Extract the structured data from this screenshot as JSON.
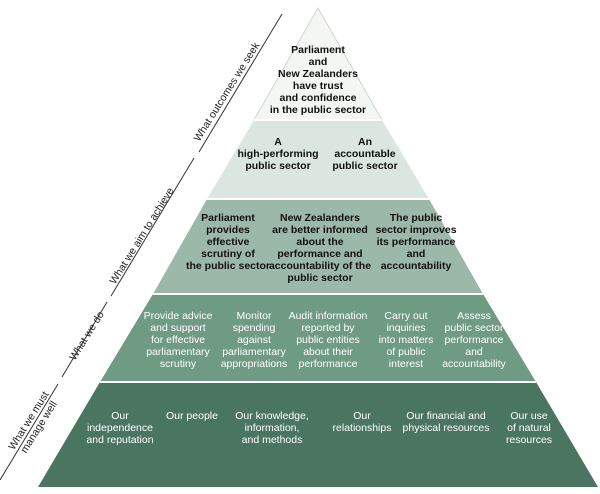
{
  "tiers": [
    {
      "id": "outcomes",
      "side_label": "What outcomes we seek",
      "fill": "#f4f6f4",
      "items": [
        "Parliament\nand\nNew Zealanders\nhave trust\nand confidence\nin the public sector"
      ]
    },
    {
      "id": "aims",
      "side_label": "",
      "fill": "#dce6e0",
      "items": [
        "A\nhigh-performing\npublic sector",
        "An\naccountable\npublic sector"
      ]
    },
    {
      "id": "achieve",
      "side_label": "What we aim to achieve",
      "fill": "#9cb8a8",
      "items": [
        "Parliament\nprovides\neffective\nscrutiny of\nthe public sector",
        "New Zealanders\nare better informed\nabout the\nperformance and\naccountability of the\npublic sector",
        "The public\nsector improves\nits performance\nand\naccountability"
      ]
    },
    {
      "id": "do",
      "side_label": "What we do",
      "fill": "#6f9a84",
      "items": [
        "Provide advice\nand support\nfor effective\nparliamentary\nscrutiny",
        "Monitor\nspending\nagainst\nparliamentary\nappropriations",
        "Audit information\nreported by\npublic entities\nabout their\nperformance",
        "Carry out\ninquiries\ninto matters\nof public\ninterest",
        "Assess\npublic sector\nperformance\nand\naccountability"
      ]
    },
    {
      "id": "manage",
      "side_label": "What we must\nmanage well",
      "fill": "#4a7561",
      "items": [
        "Our\nindependence\nand reputation",
        "Our people",
        "Our knowledge,\ninformation,\nand methods",
        "Our\nrelationships",
        "Our financial and\nphysical resources",
        "Our use\nof natural\nresources"
      ]
    }
  ]
}
